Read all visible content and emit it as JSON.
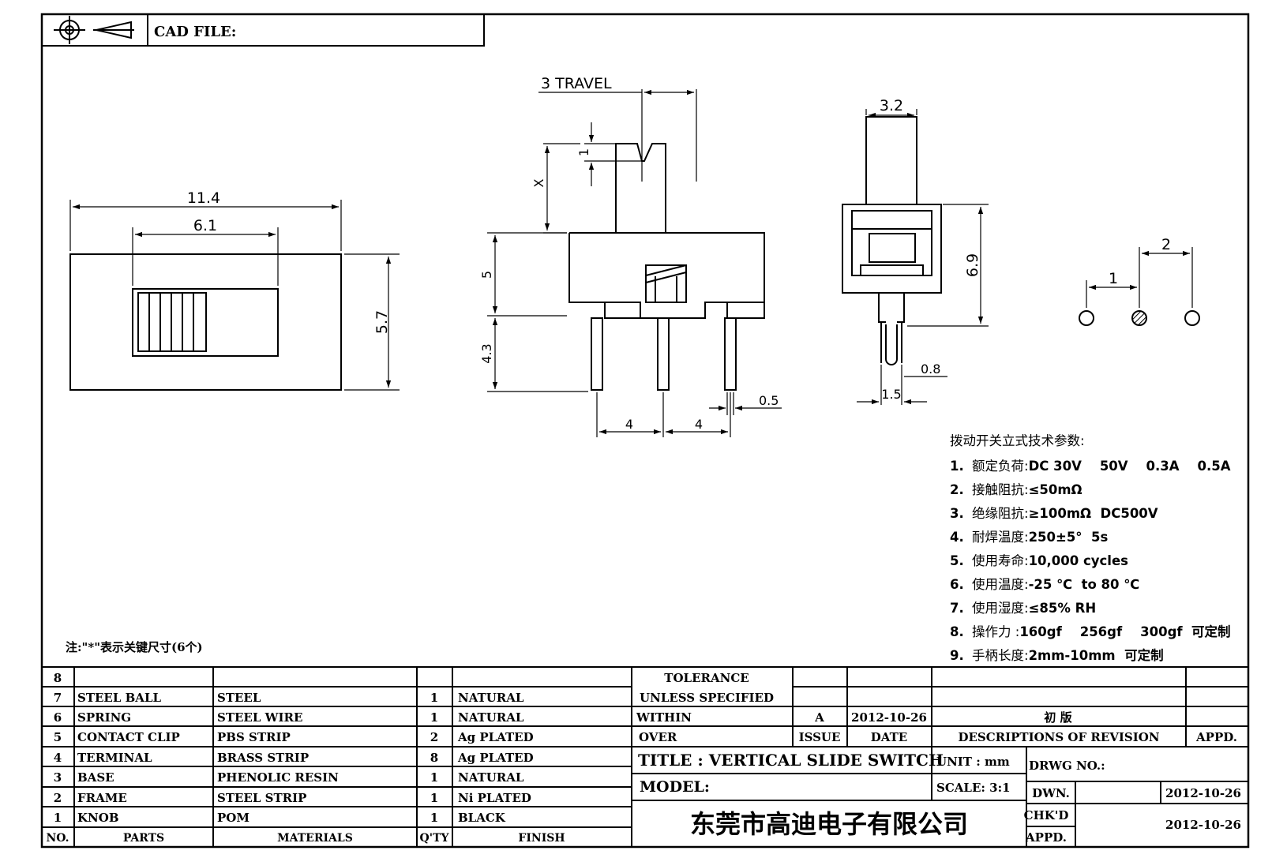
{
  "header": {
    "cad_file_label": "CAD FILE:"
  },
  "dimensions": {
    "width_11_4": "11.4",
    "slot_6_1": "6.1",
    "height_5_7": "5.7",
    "travel": "3 TRAVEL",
    "knob_1": "1",
    "knob_x": "X",
    "body_5": "5",
    "pin_4_3": "4.3",
    "pitch_left": "4",
    "pitch_right": "4",
    "pin_0_5": "0.5",
    "knob_3_2": "3.2",
    "side_6_9": "6.9",
    "pin_0_8": "0.8",
    "pin_1_5": "1.5",
    "pcb_1": "1",
    "pcb_2": "2"
  },
  "specs": {
    "title": "拨动开关立式技术参数:",
    "items": [
      {
        "num": "1.",
        "label": "额定负荷: ",
        "value": "DC 30V    50V    0.3A    0.5A"
      },
      {
        "num": "2.",
        "label": "接触阻抗: ",
        "value": "≤50mΩ"
      },
      {
        "num": "3.",
        "label": "绝缘阻抗: ",
        "value": "≥100mΩ  DC500V"
      },
      {
        "num": "4.",
        "label": "耐焊温度: ",
        "value": "250±5°  5s"
      },
      {
        "num": "5.",
        "label": "使用寿命: ",
        "value": "10,000 cycles"
      },
      {
        "num": "6.",
        "label": "使用温度: ",
        "value": "-25 ℃  to 80 ℃"
      },
      {
        "num": "7.",
        "label": "使用湿度: ",
        "value": "≤85% RH"
      },
      {
        "num": "8.",
        "label": "操作力 : ",
        "value": "160gf    256gf    300gf  可定制"
      },
      {
        "num": "9.",
        "label": "手柄长度:",
        "value": "2mm-10mm  可定制"
      }
    ]
  },
  "note": "注:\"*\"表示关键尺寸(6个)",
  "bom": {
    "headers": {
      "no": "NO.",
      "parts": "PARTS",
      "materials": "MATERIALS",
      "qty": "Q'TY",
      "finish": "FINISH"
    },
    "rows": [
      {
        "no": "8",
        "part": "",
        "material": "",
        "qty": "",
        "finish": ""
      },
      {
        "no": "7",
        "part": "STEEL BALL",
        "material": "STEEL",
        "qty": "1",
        "finish": "NATURAL"
      },
      {
        "no": "6",
        "part": "SPRING",
        "material": "STEEL WIRE",
        "qty": "1",
        "finish": "NATURAL"
      },
      {
        "no": "5",
        "part": "CONTACT CLIP",
        "material": "PBS STRIP",
        "qty": "2",
        "finish": "Ag PLATED"
      },
      {
        "no": "4",
        "part": "TERMINAL",
        "material": "BRASS STRIP",
        "qty": "8",
        "finish": "Ag PLATED"
      },
      {
        "no": "3",
        "part": "BASE",
        "material": "PHENOLIC RESIN",
        "qty": "1",
        "finish": "NATURAL"
      },
      {
        "no": "2",
        "part": "FRAME",
        "material": "STEEL STRIP",
        "qty": "1",
        "finish": "Ni PLATED"
      },
      {
        "no": "1",
        "part": "KNOB",
        "material": "POM",
        "qty": "1",
        "finish": "BLACK"
      }
    ]
  },
  "title_block": {
    "tolerance": "TOLERANCE",
    "unless": "UNLESS   SPECIFIED",
    "within": "WITHIN",
    "over": "OVER",
    "rev_issue": "A",
    "rev_date": "2012-10-26",
    "rev_desc": "初  版",
    "issue_label": "ISSUE",
    "date_label": "DATE",
    "desc_label": "DESCRIPTIONS  OF  REVISION",
    "appd_label": "APPD.",
    "title": "TITLE :   VERTICAL  SLIDE  SWITCH",
    "unit": "UNIT :  mm",
    "drwg_no": "DRWG NO.:",
    "model": "MODEL:",
    "scale": "SCALE:  3:1",
    "dwn": "DWN.",
    "dwn_date": "2012-10-26",
    "chkd": "CHK'D",
    "chkd_date": "2012-10-26",
    "appd": "APPD.",
    "company": "东莞市高迪电子有限公司"
  }
}
